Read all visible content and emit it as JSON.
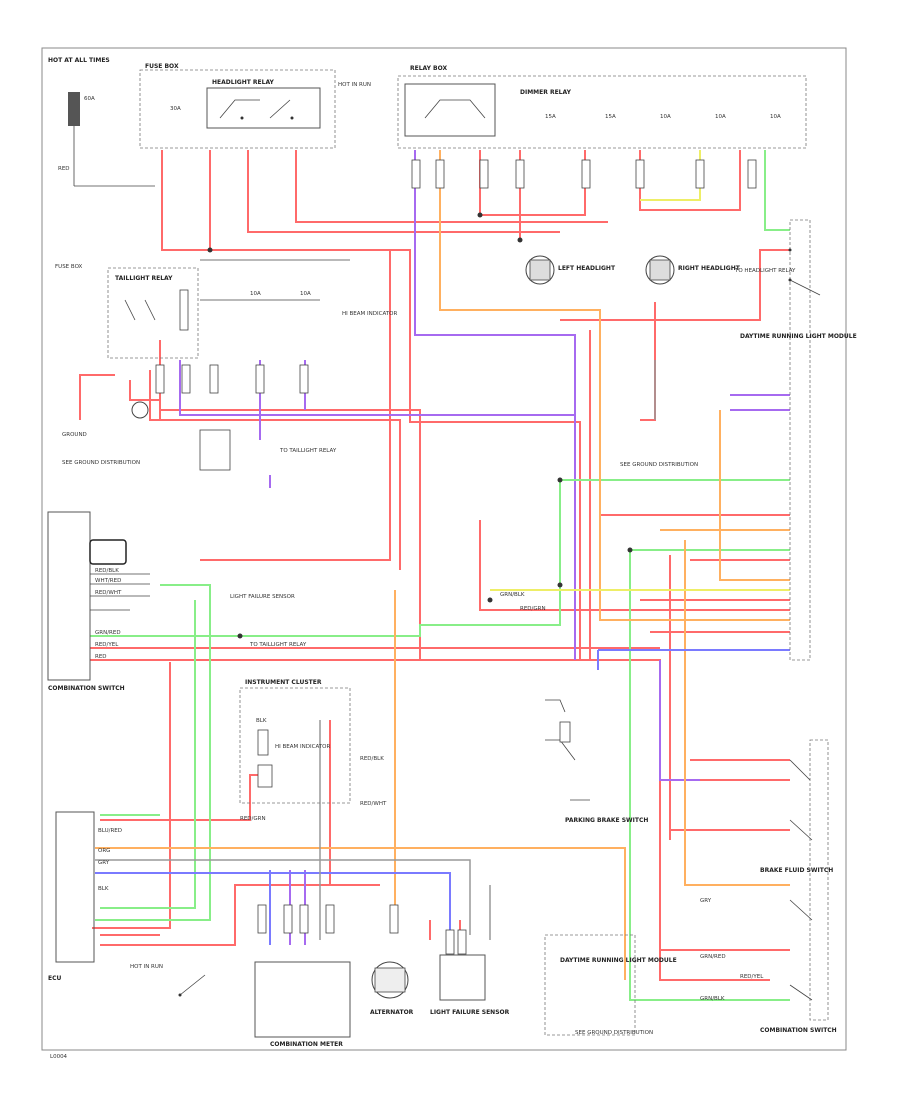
{
  "colors": {
    "red": "#ff6a6a",
    "pink": "#ff9090",
    "purple": "#a66af0",
    "green": "#88ee88",
    "orange": "#ffb060",
    "blue": "#7a7aff",
    "yellow": "#eeee66",
    "gray": "#999999",
    "black": "#333333"
  },
  "labels": {
    "hot_at_all_times": "HOT AT ALL TIMES",
    "fuse_box": "FUSE BOX",
    "hot_in_run": "HOT IN RUN",
    "relay_box": "RELAY BOX",
    "headlight_relay": "HEADLIGHT RELAY",
    "dimmer_relay": "DIMMER RELAY",
    "taillight_relay": "TAILLIGHT RELAY",
    "left_headlight": "LEFT HEADLIGHT",
    "right_headlight": "RIGHT HEADLIGHT",
    "combination_switch": "COMBINATION SWITCH",
    "daytime_running_light_module": "DAYTIME RUNNING LIGHT MODULE",
    "instrument_cluster": "INSTRUMENT CLUSTER",
    "hi_beam_indicator": "HI BEAM INDICATOR",
    "parking_brake_switch": "PARKING BRAKE SWITCH",
    "combination_meter": "COMBINATION METER",
    "brake_fluid_switch": "BRAKE FLUID SWITCH",
    "light_failure_sensor": "LIGHT FAILURE SENSOR",
    "ecu": "ECU",
    "ground": "GROUND",
    "see_ground_distribution": "SEE GROUND DISTRIBUTION",
    "to_taillight_relay": "TO TAILLIGHT RELAY",
    "to_headlight_relay": "TO HEADLIGHT RELAY",
    "alternator": "ALTERNATOR",
    "fuse_10a": "10A",
    "fuse_15a": "15A",
    "fuse_30a": "30A",
    "fuse_60a": "60A",
    "red": "RED",
    "red_blk": "RED/BLK",
    "red_wht": "RED/WHT",
    "red_yel": "RED/YEL",
    "red_grn": "RED/GRN",
    "wht_red": "WHT/RED",
    "grn_red": "GRN/RED",
    "grn_blk": "GRN/BLK",
    "blu_red": "BLU/RED",
    "gry": "GRY",
    "blk": "BLK",
    "org": "ORG"
  },
  "footer": {
    "code": "L0004"
  }
}
